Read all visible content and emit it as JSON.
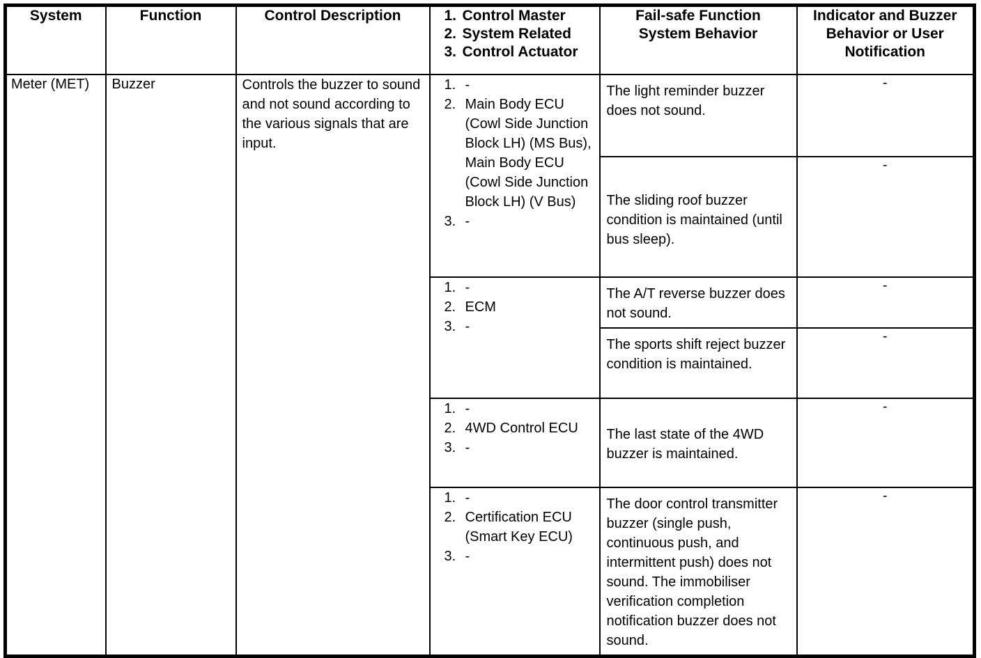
{
  "table": {
    "columns": [
      {
        "key": "system",
        "label": "System"
      },
      {
        "key": "function",
        "label": "Function"
      },
      {
        "key": "desc",
        "label": "Control Description"
      },
      {
        "key": "master",
        "label": "1. Control Master / 2. System Related / 3. Control Actuator"
      },
      {
        "key": "failsafe",
        "label": "Fail-safe Function System Behavior"
      },
      {
        "key": "indic",
        "label": "Indicator and Buzzer Behavior or User Notification"
      }
    ],
    "header": {
      "system": "System",
      "function": "Function",
      "description": "Control Description",
      "master_items": [
        {
          "num": "1.",
          "text": "Control Master"
        },
        {
          "num": "2.",
          "text": "System Related"
        },
        {
          "num": "3.",
          "text": "Control Actuator"
        }
      ],
      "failsafe_line1": "Fail-safe Function",
      "failsafe_line2": "System Behavior",
      "indicator_line1": "Indicator and Buzzer",
      "indicator_line2": "Behavior or User",
      "indicator_line3": "Notification"
    },
    "body": {
      "system": "Meter (MET)",
      "function": "Buzzer",
      "description": "Controls the buzzer to sound and not sound according to the various signals that are input.",
      "groups": [
        {
          "master": [
            {
              "num": "1.",
              "text": "-"
            },
            {
              "num": "2.",
              "text": "Main Body ECU (Cowl Side Junction Block LH) (MS Bus), Main Body ECU (Cowl Side Junction Block LH) (V Bus)"
            },
            {
              "num": "3.",
              "text": "-"
            }
          ],
          "rows": [
            {
              "failsafe": "The light reminder buzzer does not sound.",
              "indicator": "-"
            },
            {
              "failsafe": "The sliding roof buzzer condition is maintained (until bus sleep).",
              "indicator": "-"
            }
          ]
        },
        {
          "master": [
            {
              "num": "1.",
              "text": "-"
            },
            {
              "num": "2.",
              "text": "ECM"
            },
            {
              "num": "3.",
              "text": "-"
            }
          ],
          "rows": [
            {
              "failsafe": "The A/T reverse buzzer does not sound.",
              "indicator": "-"
            },
            {
              "failsafe": "The sports shift reject buzzer condition is maintained.",
              "indicator": "-"
            }
          ]
        },
        {
          "master": [
            {
              "num": "1.",
              "text": "-"
            },
            {
              "num": "2.",
              "text": "4WD Control ECU"
            },
            {
              "num": "3.",
              "text": "-"
            }
          ],
          "rows": [
            {
              "failsafe": "The last state of the 4WD buzzer is maintained.",
              "indicator": "-"
            }
          ]
        },
        {
          "master": [
            {
              "num": "1.",
              "text": "-"
            },
            {
              "num": "2.",
              "text": "Certification ECU (Smart Key ECU)"
            },
            {
              "num": "3.",
              "text": "-"
            }
          ],
          "rows": [
            {
              "failsafe": "The door control transmitter buzzer (single push, continuous push, and intermittent push) does not sound. The immobiliser verification completion notification buzzer does not sound.",
              "indicator": "-"
            }
          ]
        }
      ]
    }
  },
  "style": {
    "border_color": "#000000",
    "background": "#ffffff",
    "text_color": "#000000"
  }
}
